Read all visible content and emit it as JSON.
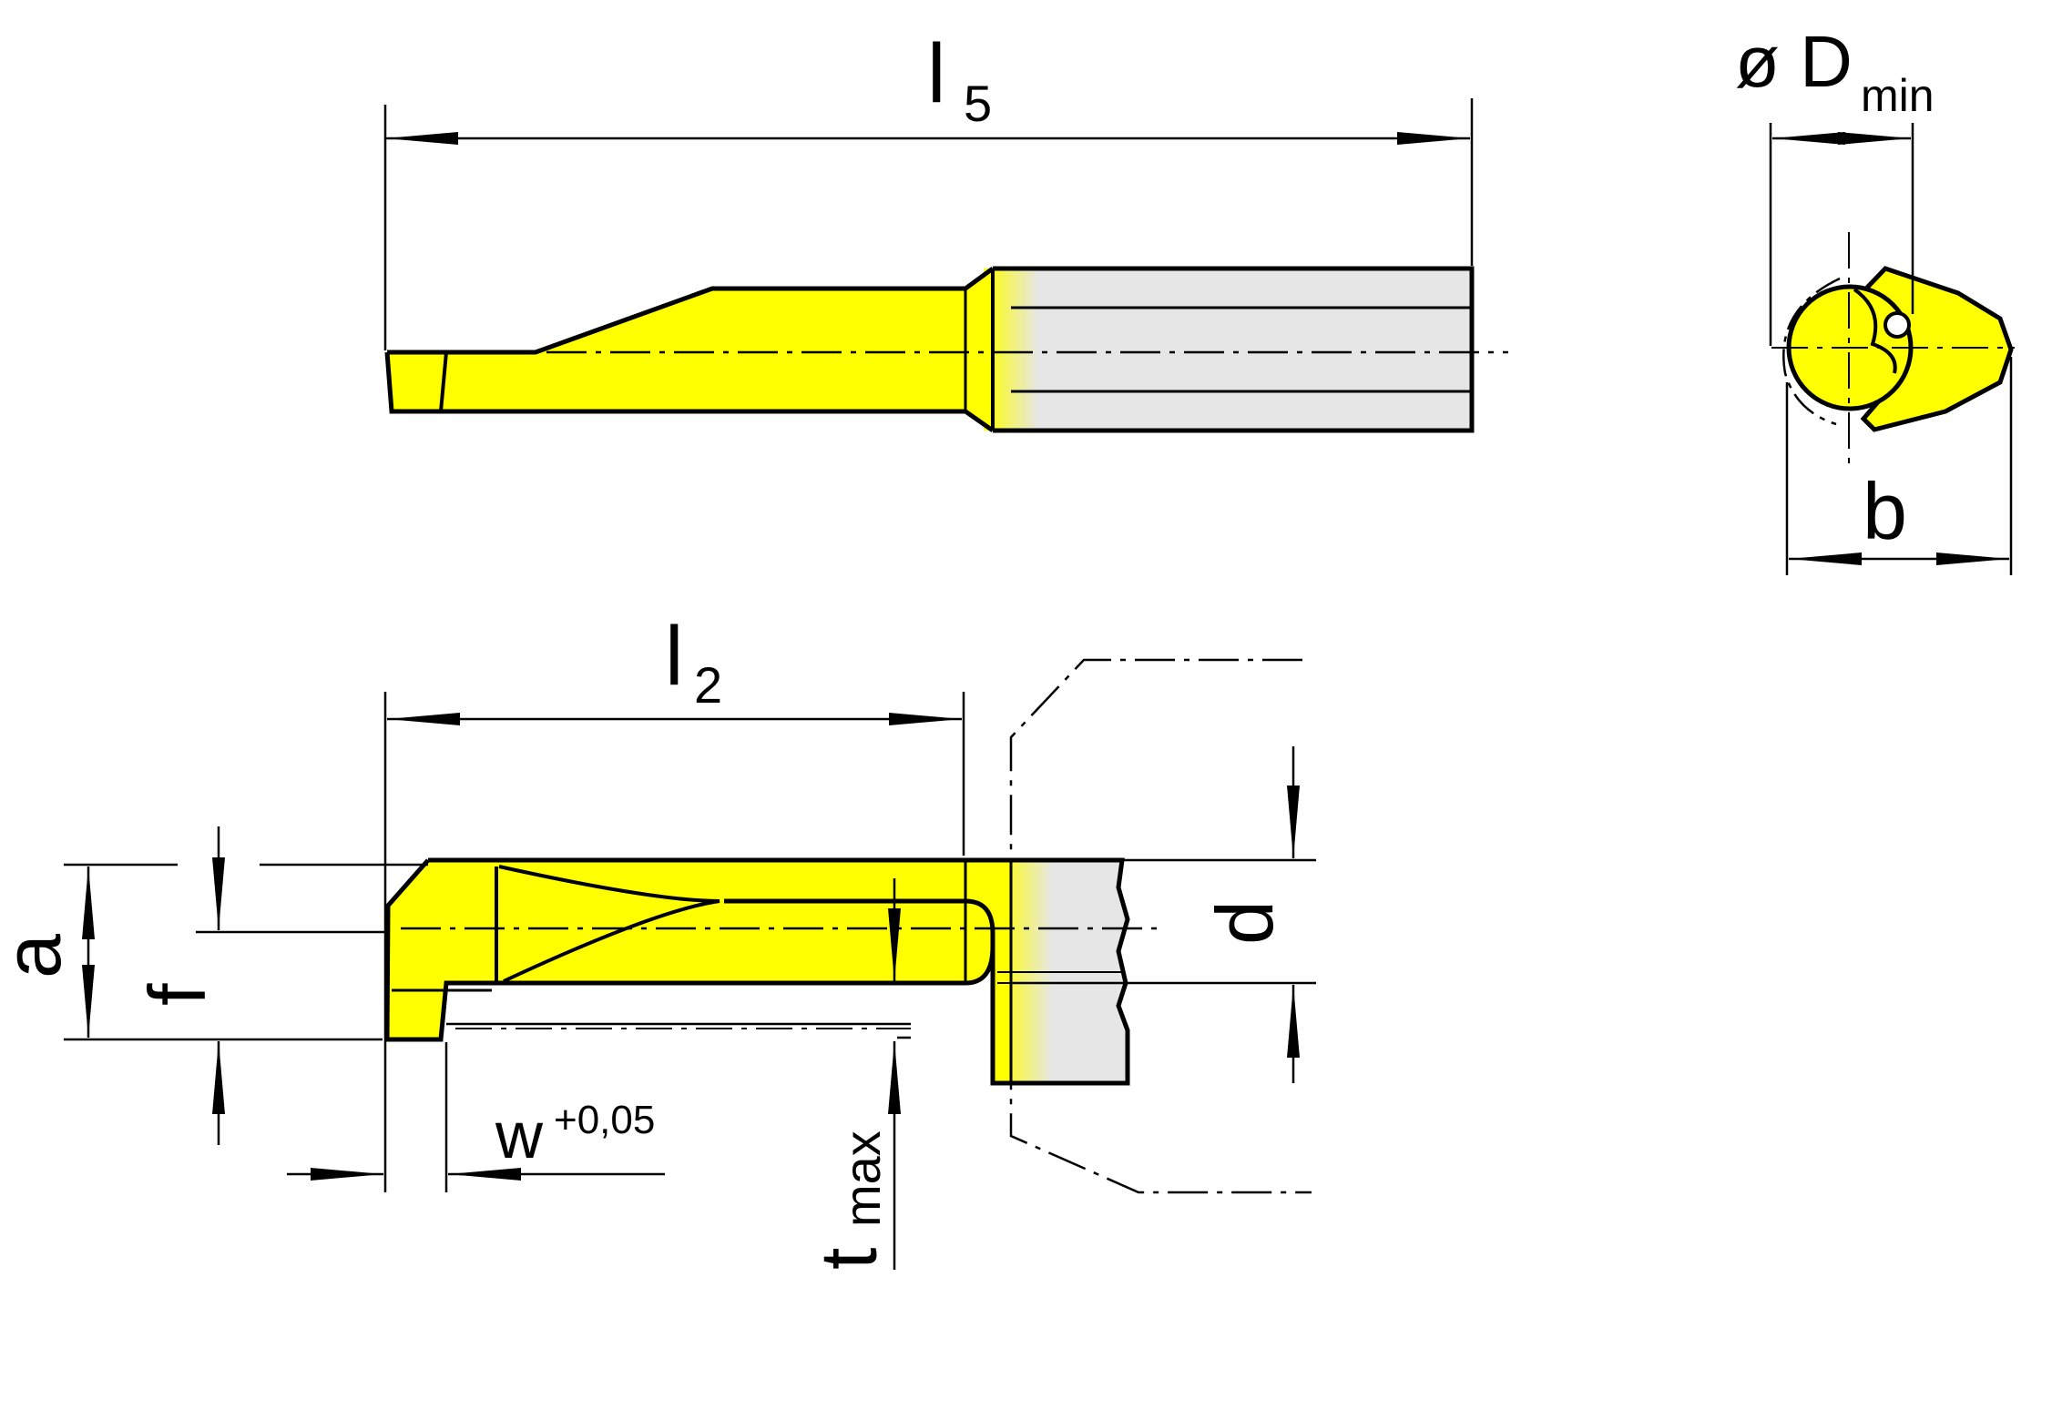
{
  "labels": {
    "l5_main": "l",
    "l5_sub": "5",
    "l2_main": "l",
    "l2_sub": "2",
    "dmin_main": "ø D",
    "dmin_sub": "min",
    "b": "b",
    "a": "a",
    "f": "f",
    "d": "d",
    "w_main": "w",
    "w_tol": "+0,05",
    "tmax_main": "t",
    "tmax_sub": "max"
  },
  "colors": {
    "carbide": "#FFFF00",
    "shank": "#E6E6E6",
    "line": "#000000"
  }
}
